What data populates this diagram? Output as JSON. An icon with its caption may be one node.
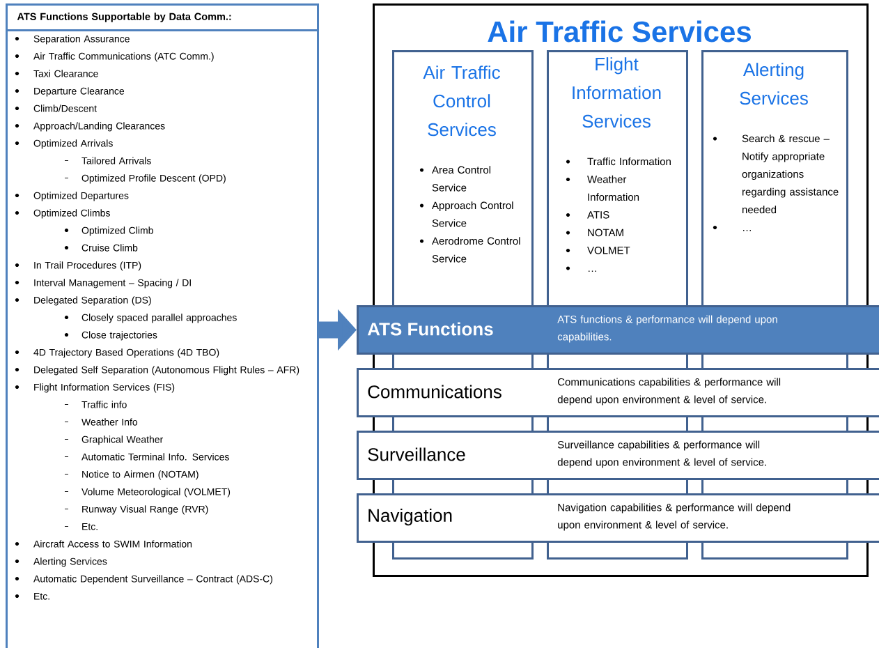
{
  "diagram": {
    "nodes": [
      {
        "text": [
          "ATS Functions Supportable by Data Comm.:",
          "Separation Assurance",
          "Air Traffic Communications (ATC Comm.)",
          "Taxi Clearance",
          "Departure Clearance",
          "Climb/Descent",
          "Approach/Landing Clearances",
          "Optimized Arrivals",
          "Tailored Arrivals",
          "Optimized Profile Descent (OPD)",
          "Optimized Departures",
          "Optimized Climbs",
          "Optimized Climb",
          "Cruise Climb",
          "In Trail Procedures (ITP)",
          "Interval Management – Spacing / DI",
          "Delegated Separation (DS)",
          "Closely spaced parallel approaches",
          "Close trajectories",
          "4D Trajectory Based Operations (4D TBO)",
          "Delegated Self Separation (Autonomous Flight Rules – AFR)",
          "Flight Information Services (FIS)",
          "Traffic info",
          "Weather Info",
          "Graphical Weather",
          "Automatic Terminal Info. Services",
          "Notice to Airmen (NOTAM)",
          "Volume Meteorological (VOLMET)",
          "Runway Visual Range (RVR)",
          "Etc.",
          "Aircraft Access to SWIM Information",
          "Alerting Services",
          "Automatic Dependent Surveillance – Contract (ADS-C)",
          "Etc."
        ]
      },
      {
        "text": [
          "Air Traffic Services"
        ]
      },
      {
        "text": [
          "Air Traffic Control Services",
          "Area Control Service",
          "Approach Control Service",
          "Aerodrome Control Service"
        ],
        "in": 1
      },
      {
        "text": [
          "Flight Information Services",
          "Traffic Information",
          "Weather Information",
          "ATIS",
          "NOTAM",
          "VOLMET",
          "…"
        ],
        "in": 1
      },
      {
        "text": [
          "Alerting Services",
          "Search & rescue – Notify appropriate organizations regarding assistance needed",
          "…"
        ],
        "in": 1
      },
      {
        "text": [
          "ATS Functions",
          "ATS functions & performance will depend upon capabilities."
        ]
      },
      {
        "text": [
          "Communications",
          "Communications capabilities & performance will depend upon environment & level of service."
        ]
      },
      {
        "text": [
          "Surveillance",
          "Surveillance capabilities & performance will depend upon environment & level of service."
        ]
      },
      {
        "text": [
          "Navigation",
          "Navigation capabilities & performance will depend upon environment & level of service."
        ]
      }
    ],
    "edges": [
      {
        "from": 0,
        "to": 5,
        "arrow": "to"
      }
    ]
  }
}
